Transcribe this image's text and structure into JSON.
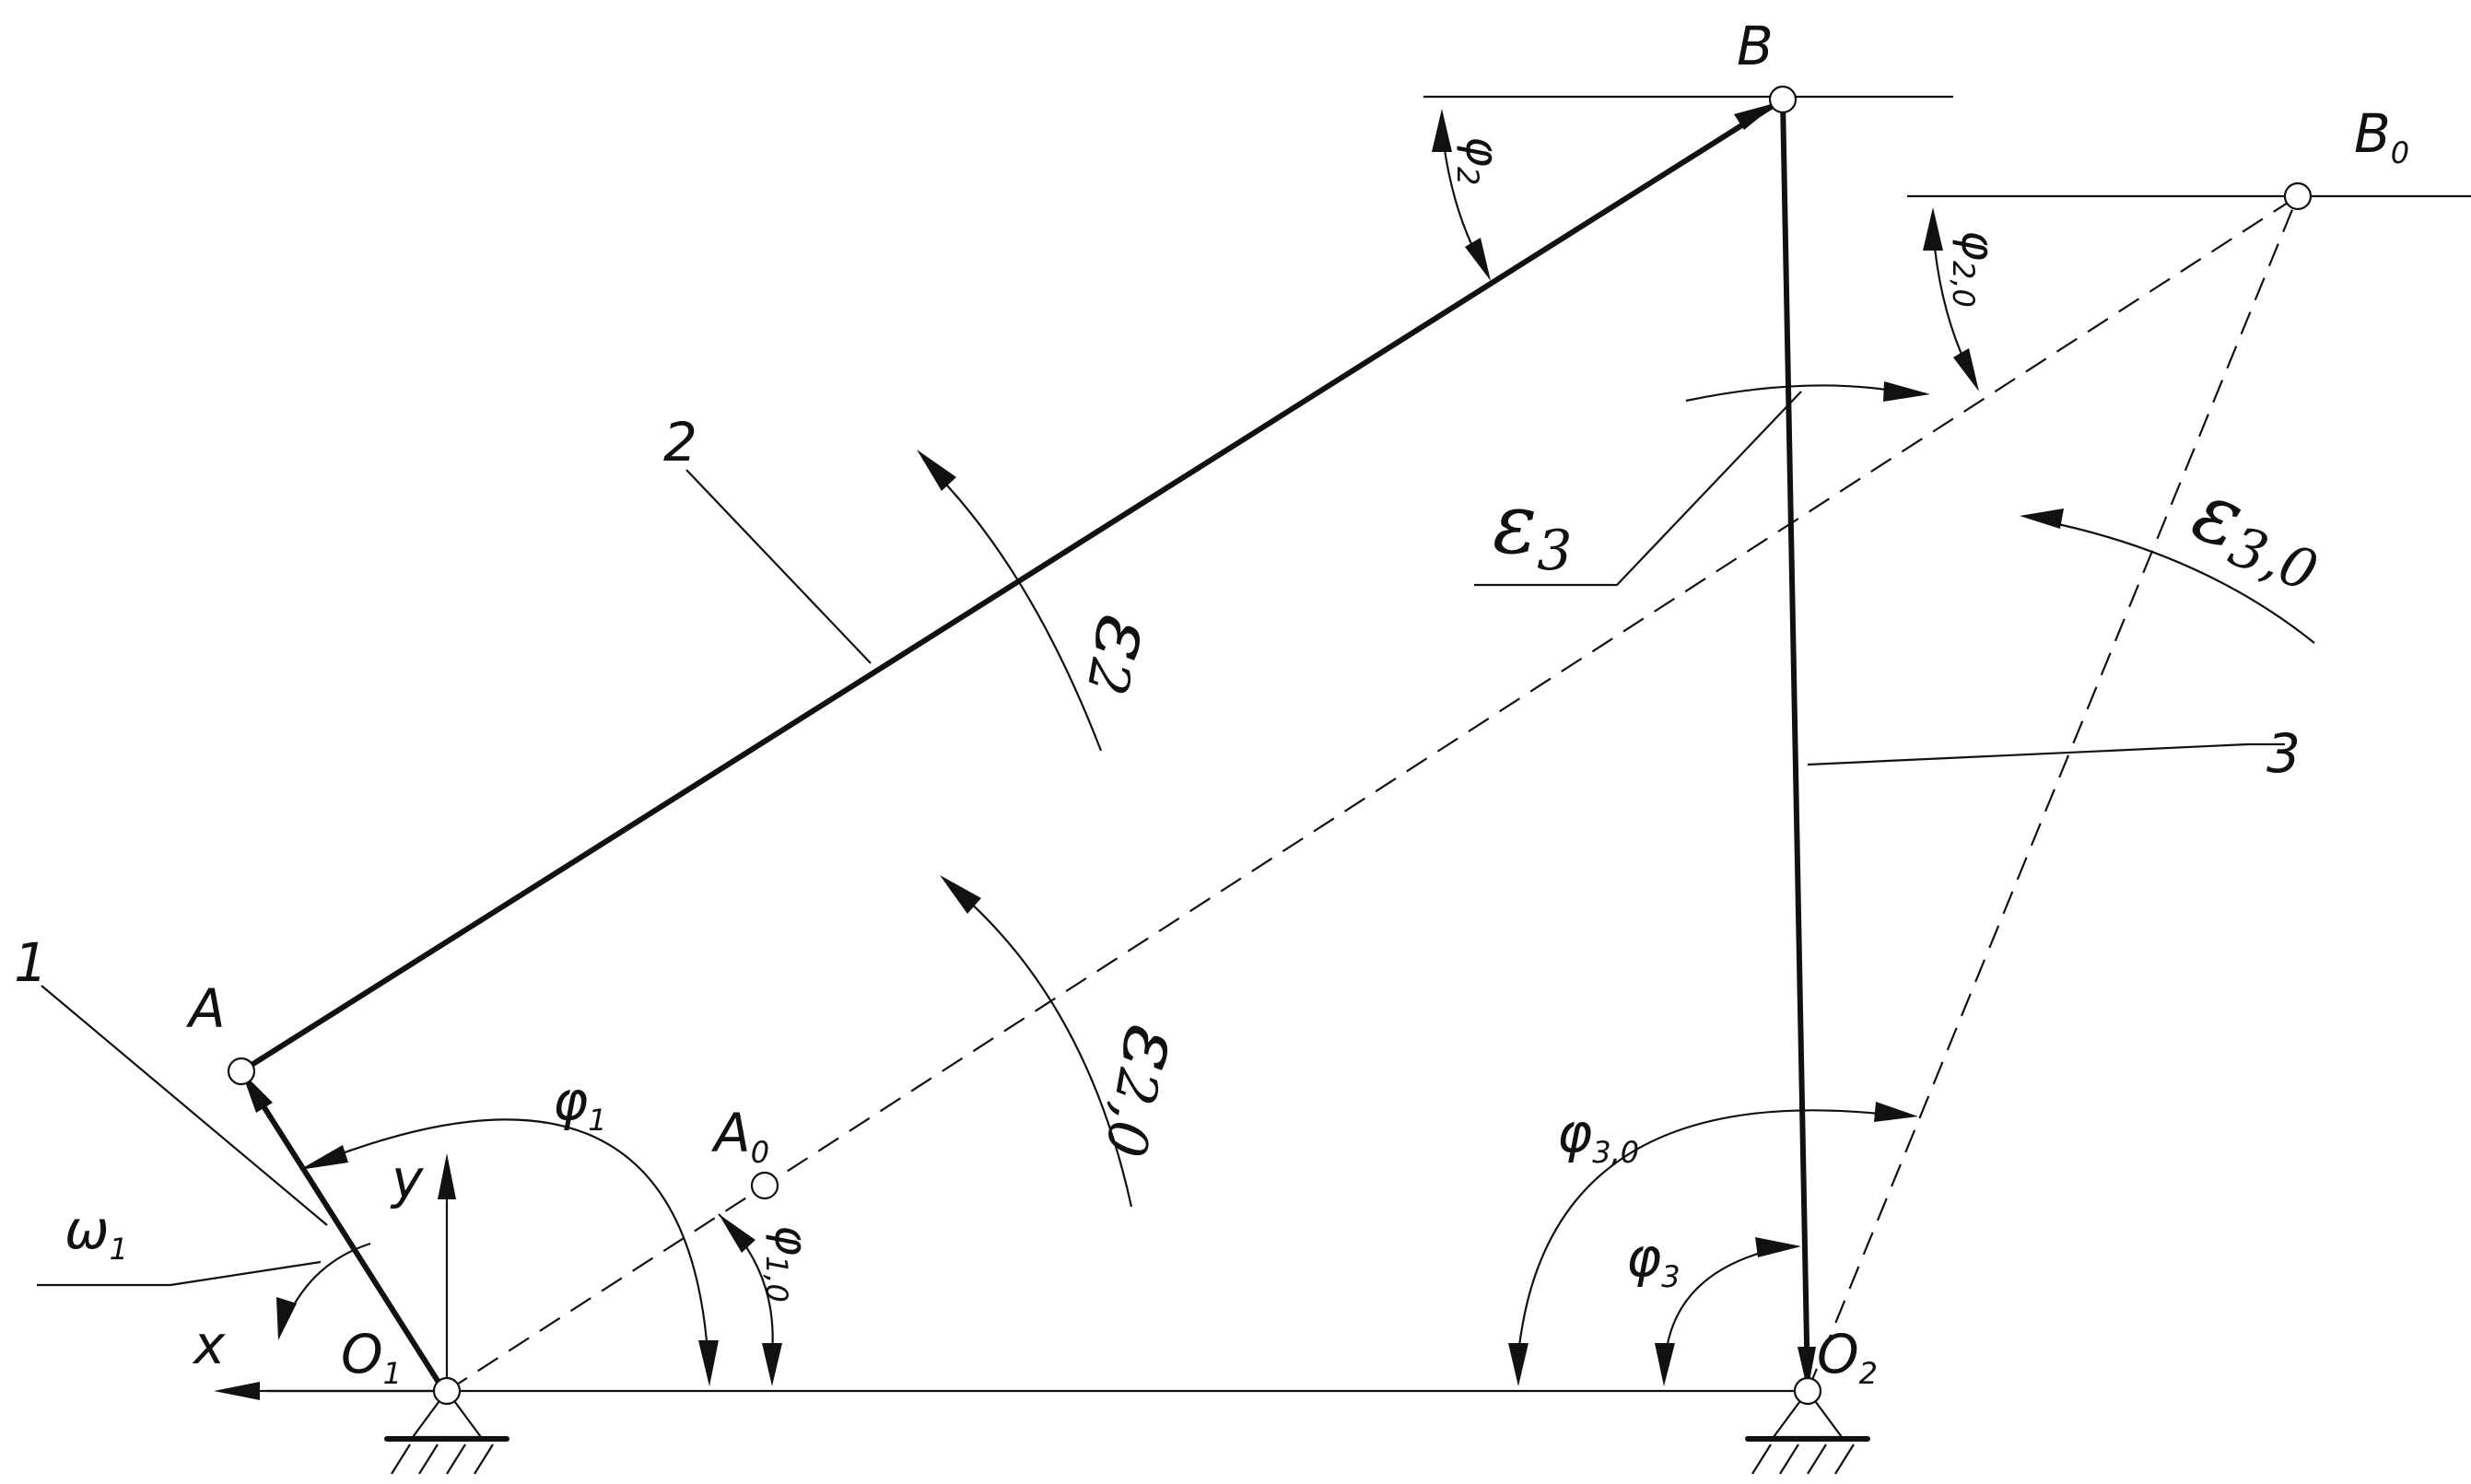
{
  "labels": {
    "B": "B",
    "B0_main": "B",
    "B0_sub": "0",
    "A": "A",
    "A0_main": "A",
    "A0_sub": "0",
    "O1_main": "O",
    "O1_sub": "1",
    "O2_main": "O",
    "O2_sub": "2",
    "x": "x",
    "y": "y",
    "link1": "1",
    "link2": "2",
    "link3": "3",
    "omega1_main": "ω",
    "omega1_sub": "1",
    "phi1_main": "φ",
    "phi1_sub": "1",
    "phi10_main": "φ",
    "phi10_sub": "1,0",
    "phi2_main": "φ",
    "phi2_sub": "2",
    "phi20_main": "φ",
    "phi20_sub": "2,0",
    "phi3_main": "φ",
    "phi3_sub": "3",
    "phi30_main": "φ",
    "phi30_sub": "3,0",
    "eps2_main": "ε",
    "eps2_sub": "2",
    "eps20_main": "ε",
    "eps20_sub": "2,0",
    "eps3_main": "ε",
    "eps3_sub": "3",
    "eps30_main": "ε",
    "eps30_sub": "3,0"
  }
}
